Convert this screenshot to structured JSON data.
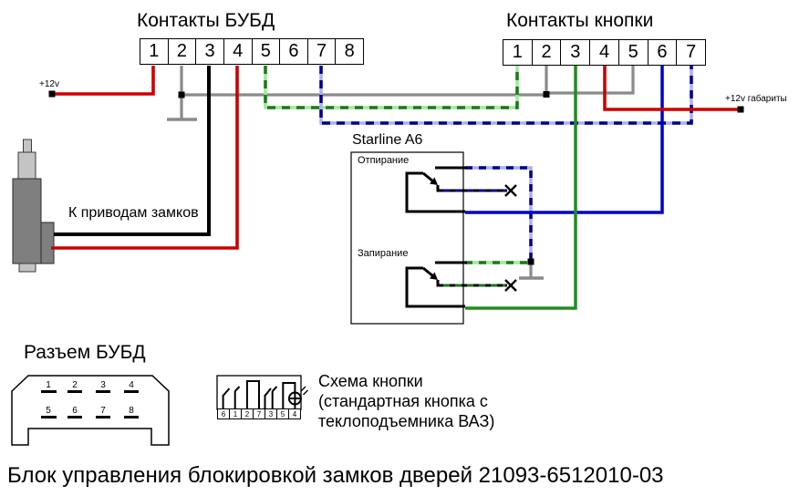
{
  "diagram": {
    "caption": "Блок управления блокировкой замков дверей 21093-6512010-03",
    "bubd_connector": {
      "title": "Контакты БУБД",
      "pins": [
        "1",
        "2",
        "3",
        "4",
        "5",
        "6",
        "7",
        "8"
      ]
    },
    "button_connector": {
      "title": "Контакты кнопки",
      "pins": [
        "1",
        "2",
        "3",
        "4",
        "5",
        "6",
        "7"
      ]
    },
    "power": {
      "left_supply": "+12v",
      "right_supply": "+12v габариты"
    },
    "actuator_label": "К приводам замков",
    "alarm_module": {
      "title": "Starline A6",
      "unlock_label": "Отпирание",
      "lock_label": "Запирание"
    },
    "bubd_plug": {
      "title": "Разъем БУБД",
      "row1": [
        "1",
        "2",
        "3",
        "4"
      ],
      "row2": [
        "5",
        "6",
        "7",
        "8"
      ]
    },
    "button_schematic": {
      "pins": [
        "6",
        "1",
        "2",
        "7",
        "3",
        "5",
        "4"
      ],
      "caption_lines": [
        "Схема кнопки",
        "(стандартная кнопка с",
        "теклоподъемника  ВАЗ)"
      ]
    },
    "colors": {
      "red": "#cc0000",
      "black": "#000000",
      "gray": "#8a8a8a",
      "blue": "#0000cc",
      "green": "#228b22",
      "green_dash_dark": "#1a7a1a",
      "green_dash_light": "#9fe89f",
      "blue_dash_dark": "#00008b",
      "blue_dash_light": "#aab0e8"
    }
  }
}
